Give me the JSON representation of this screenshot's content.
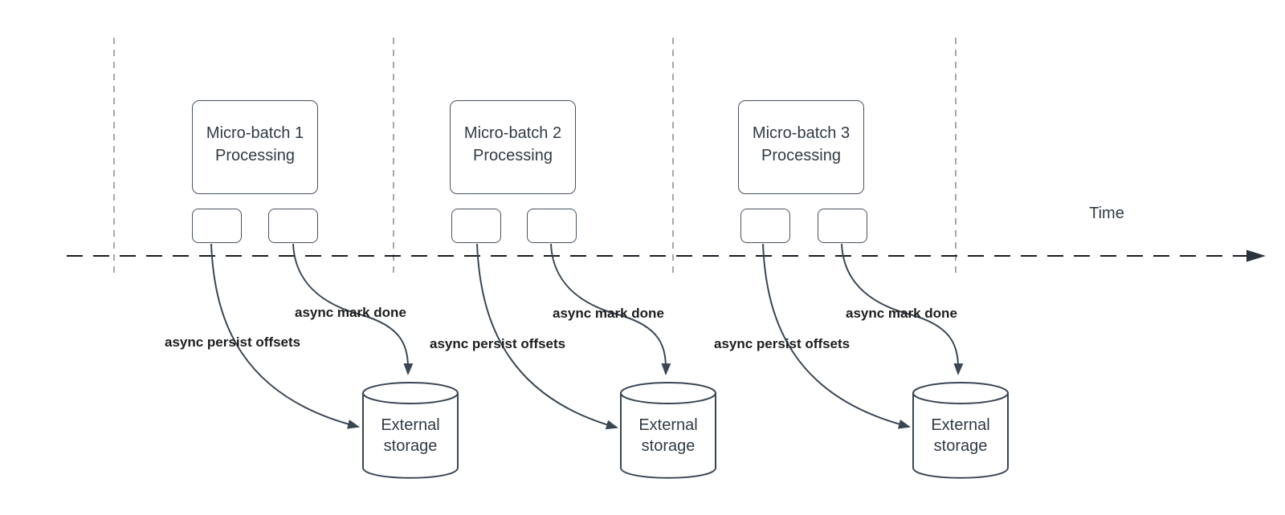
{
  "timeline": {
    "label": "Time"
  },
  "groups": [
    {
      "batch_label": "Micro-batch 1 Processing",
      "persist_label": "async persist offsets",
      "mark_done_label": "async mark done",
      "storage_label": "External storage"
    },
    {
      "batch_label": "Micro-batch 2 Processing",
      "persist_label": "async persist offsets",
      "mark_done_label": "async mark done",
      "storage_label": "External storage"
    },
    {
      "batch_label": "Micro-batch 3 Processing",
      "persist_label": "async persist offsets",
      "mark_done_label": "async mark done",
      "storage_label": "External storage"
    }
  ],
  "colors": {
    "arrow_stroke": "#3a4654",
    "timeline_stroke": "#171c22",
    "divider_stroke": "#a8a8a8",
    "shape_border": "#49525d",
    "text": "#313a45",
    "label_text": "#1d1d1d",
    "background": "#ffffff"
  }
}
